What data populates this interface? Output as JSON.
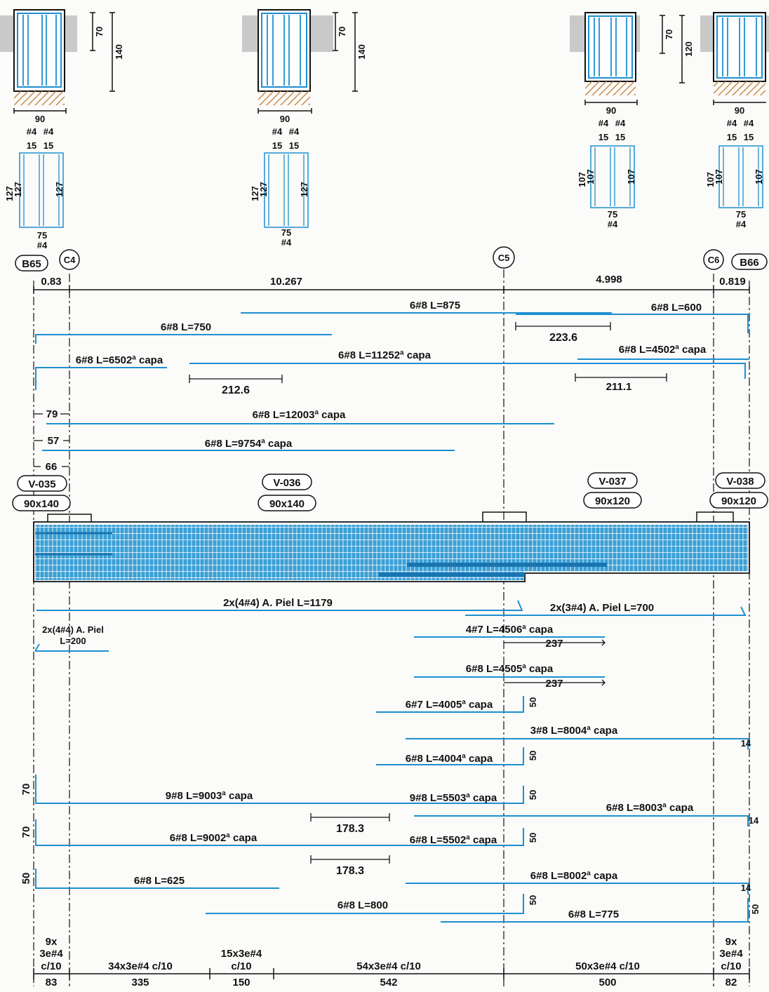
{
  "sections": [
    {
      "width": "90",
      "dim_inner": "70",
      "dim_total": "140",
      "bar_left": "#4",
      "bar_right": "#4",
      "leg_left": "15",
      "leg_right": "15",
      "stirrup_h1": "127",
      "stirrup_h2": "127",
      "stirrup_h3": "127",
      "stirrup_w": "75",
      "stirrup_bar": "#4"
    },
    {
      "width": "90",
      "dim_inner": "70",
      "dim_total": "140",
      "bar_left": "#4",
      "bar_right": "#4",
      "leg_left": "15",
      "leg_right": "15",
      "stirrup_h1": "127",
      "stirrup_h2": "127",
      "stirrup_h3": "127",
      "stirrup_w": "75",
      "stirrup_bar": "#4"
    },
    {
      "width": "90",
      "dim_inner": "70",
      "dim_total": "120",
      "bar_left": "#4",
      "bar_right": "#4",
      "leg_left": "15",
      "leg_right": "15",
      "stirrup_h1": "107",
      "stirrup_h2": "107",
      "stirrup_h3": "107",
      "stirrup_w": "75",
      "stirrup_bar": "#4"
    },
    {
      "width": "90",
      "dim_inner": "",
      "dim_total": "",
      "bar_left": "#4",
      "bar_right": "#4",
      "leg_left": "15",
      "leg_right": "15",
      "stirrup_h1": "107",
      "stirrup_h2": "107",
      "stirrup_h3": "107",
      "stirrup_w": "75",
      "stirrup_bar": "#4"
    }
  ],
  "axes": [
    {
      "label": "B65",
      "style": "rect"
    },
    {
      "label": "C4",
      "style": "circle"
    },
    {
      "label": "C5",
      "style": "circle"
    },
    {
      "label": "C6",
      "style": "circle"
    },
    {
      "label": "B66",
      "style": "rect"
    }
  ],
  "spans": [
    "0.83",
    "10.267",
    "4.998",
    "0.819"
  ],
  "top_bars": [
    {
      "text": "6#8 L=875"
    },
    {
      "text": "6#8 L=600"
    },
    {
      "text": "6#8 L=750"
    },
    {
      "text": "223.6"
    },
    {
      "text": "6#8 L=11252ª capa"
    },
    {
      "text": "6#8 L=4502ª capa"
    },
    {
      "text": "6#8 L=6502ª capa"
    },
    {
      "text": "212.6"
    },
    {
      "text": "211.1"
    },
    {
      "text": "79"
    },
    {
      "text": "6#8 L=12003ª capa"
    },
    {
      "text": "57"
    },
    {
      "text": "6#8 L=9754ª capa"
    },
    {
      "text": "66"
    }
  ],
  "beams": [
    {
      "id": "V-035",
      "size": "90x140"
    },
    {
      "id": "V-036",
      "size": "90x140"
    },
    {
      "id": "V-037",
      "size": "90x120"
    },
    {
      "id": "V-038",
      "size": "90x120"
    }
  ],
  "bottom_bars": [
    {
      "text": "2x(4#4) A. Piel L=1179"
    },
    {
      "text": "2x(3#4) A. Piel L=700"
    },
    {
      "text": "2x(4#4) A. Piel"
    },
    {
      "text": "L=200"
    },
    {
      "text": "4#7 L=4506ª capa"
    },
    {
      "text": "237"
    },
    {
      "text": "6#8 L=4505ª capa"
    },
    {
      "text": "237"
    },
    {
      "text": "6#7 L=4005ª capa"
    },
    {
      "text": "50"
    },
    {
      "text": "3#8 L=8004ª capa"
    },
    {
      "text": "14"
    },
    {
      "text": "6#8 L=4004ª capa"
    },
    {
      "text": "50"
    },
    {
      "text": "70"
    },
    {
      "text": "9#8 L=9003ª capa"
    },
    {
      "text": "9#8 L=5503ª capa"
    },
    {
      "text": "50"
    },
    {
      "text": "6#8 L=8003ª capa"
    },
    {
      "text": "14"
    },
    {
      "text": "178.3"
    },
    {
      "text": "70"
    },
    {
      "text": "6#8 L=9002ª capa"
    },
    {
      "text": "6#8 L=5502ª capa"
    },
    {
      "text": "50"
    },
    {
      "text": "178.3"
    },
    {
      "text": "50"
    },
    {
      "text": "6#8 L=625"
    },
    {
      "text": "6#8 L=8002ª capa"
    },
    {
      "text": "14"
    },
    {
      "text": "6#8 L=800"
    },
    {
      "text": "50"
    },
    {
      "text": "6#8 L=775"
    },
    {
      "text": "50"
    }
  ],
  "stirrup_groups": [
    {
      "line1": "9x",
      "line2": "3e#4",
      "line3": "c/10",
      "length": "83"
    },
    {
      "line1": "",
      "line2": "",
      "line3": "34x3e#4 c/10",
      "length": "335"
    },
    {
      "line1": "",
      "line2": "15x3e#4",
      "line3": "c/10",
      "length": "150"
    },
    {
      "line1": "",
      "line2": "",
      "line3": "54x3e#4 c/10",
      "length": "542"
    },
    {
      "line1": "",
      "line2": "",
      "line3": "50x3e#4 c/10",
      "length": "500"
    },
    {
      "line1": "9x",
      "line2": "3e#4",
      "line3": "c/10",
      "length": "82"
    }
  ],
  "colors": {
    "rebar": "#1e8fd0",
    "beam_fill": "#3a9fd6",
    "ink": "#111111",
    "support": "#c9c9c9",
    "soil": "#c98a4a"
  }
}
